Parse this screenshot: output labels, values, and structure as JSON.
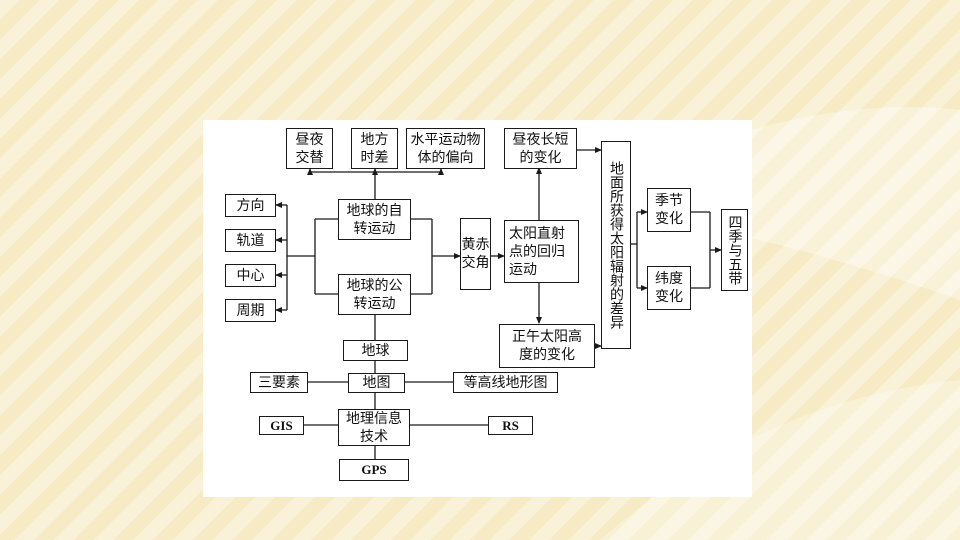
{
  "nodes": {
    "day_night_alternation": "昼夜\n交替",
    "local_time_difference": "地方\n时差",
    "horizontal_deflection": "水平运动物\n体的偏向",
    "day_length_change": "昼夜长短\n的变化",
    "solar_radiation_difference": "地面所获得太阳辐射的差异",
    "direction": "方向",
    "orbit": "轨道",
    "center": "中心",
    "period": "周期",
    "earth_rotation": "地球的自\n转运动",
    "earth_revolution": "地球的公\n转运动",
    "obliquity": "黄赤\n交角",
    "subsolar_migration": "太阳直射\n点的回归\n运动",
    "noon_altitude_change": "正午太阳高\n度的变化",
    "seasons_change": "季节\n变化",
    "latitude_change": "纬度\n变化",
    "four_seasons_zones": "四季与五带",
    "earth": "地球",
    "three_elements": "三要素",
    "map": "地图",
    "contour_map": "等高线地形图",
    "gis": "GIS",
    "geo_info_tech": "地理信息\n技术",
    "rs": "RS",
    "gps": "GPS"
  }
}
